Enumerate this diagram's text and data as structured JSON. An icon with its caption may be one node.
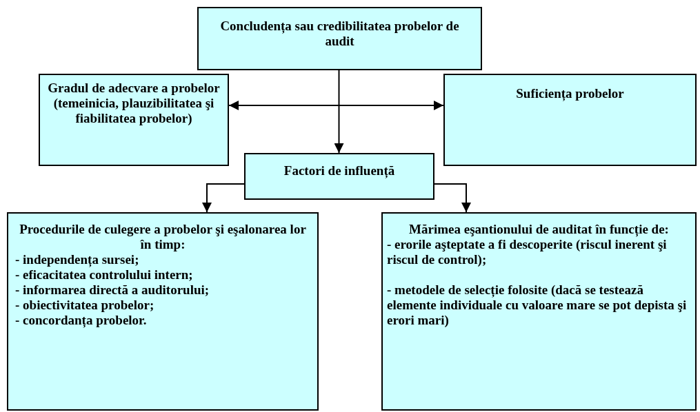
{
  "diagram": {
    "nodes": [
      {
        "text": [
          "Concludența sau credibilitatea probelor de audit"
        ]
      },
      {
        "text": [
          "Gradul de adecvare a probelor (temeinicia, plauzibilitatea şi fiabilitatea probelor)"
        ]
      },
      {
        "text": [
          "Suficiența probelor"
        ]
      },
      {
        "text": [
          "Factori de influență"
        ]
      },
      {
        "text": [
          "Procedurile de culegere a probelor şi eşalonarea lor în timp:",
          "- independența sursei;",
          "- eficacitatea controlului intern;",
          "- informarea directă a auditorului;",
          "- obiectivitatea probelor;",
          "- concordanța probelor."
        ]
      },
      {
        "text": [
          "Mărimea eşantionului de auditat în funcție de:",
          "- erorile aşteptate a fi descoperite (riscul inerent şi riscul de control);",
          "- metodele de selecție folosite (dacă se testează elemente individuale cu valoare mare se pot depista şi erori mari)"
        ]
      }
    ],
    "edges": [
      {
        "from": 0,
        "to": 3,
        "arrow": "to"
      },
      {
        "from": 1,
        "to": 2,
        "arrow": "both"
      },
      {
        "from": 3,
        "to": 4,
        "arrow": "to"
      },
      {
        "from": 3,
        "to": 5,
        "arrow": "to"
      }
    ]
  }
}
